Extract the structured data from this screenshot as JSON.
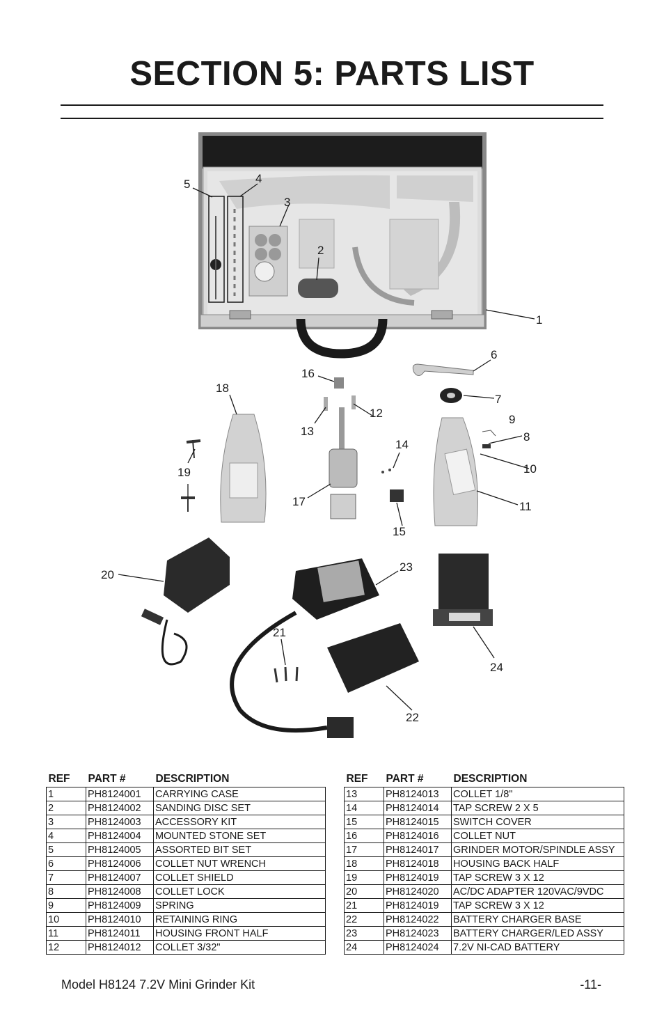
{
  "header": {
    "title": "SECTION 5: PARTS LIST"
  },
  "diagram": {
    "callouts": [
      "1",
      "2",
      "3",
      "4",
      "5",
      "6",
      "7",
      "8",
      "9",
      "10",
      "11",
      "12",
      "13",
      "14",
      "15",
      "16",
      "17",
      "18",
      "19",
      "20",
      "21",
      "22",
      "23",
      "24"
    ]
  },
  "table": {
    "headers": {
      "ref": "REF",
      "part": "PART #",
      "description": "DESCRIPTION"
    },
    "left": [
      {
        "ref": "1",
        "part": "PH8124001",
        "description": "CARRYING CASE"
      },
      {
        "ref": "2",
        "part": "PH8124002",
        "description": "SANDING DISC SET"
      },
      {
        "ref": "3",
        "part": "PH8124003",
        "description": "ACCESSORY KIT"
      },
      {
        "ref": "4",
        "part": "PH8124004",
        "description": "MOUNTED STONE SET"
      },
      {
        "ref": "5",
        "part": "PH8124005",
        "description": "ASSORTED BIT SET"
      },
      {
        "ref": "6",
        "part": "PH8124006",
        "description": "COLLET NUT WRENCH"
      },
      {
        "ref": "7",
        "part": "PH8124007",
        "description": "COLLET SHIELD"
      },
      {
        "ref": "8",
        "part": "PH8124008",
        "description": "COLLET LOCK"
      },
      {
        "ref": "9",
        "part": "PH8124009",
        "description": "SPRING"
      },
      {
        "ref": "10",
        "part": "PH8124010",
        "description": "RETAINING RING"
      },
      {
        "ref": "11",
        "part": "PH8124011",
        "description": "HOUSING FRONT HALF"
      },
      {
        "ref": "12",
        "part": "PH8124012",
        "description": "COLLET 3/32\""
      }
    ],
    "right": [
      {
        "ref": "13",
        "part": "PH8124013",
        "description": "COLLET 1/8\""
      },
      {
        "ref": "14",
        "part": "PH8124014",
        "description": "TAP SCREW 2 X 5"
      },
      {
        "ref": "15",
        "part": "PH8124015",
        "description": "SWITCH COVER"
      },
      {
        "ref": "16",
        "part": "PH8124016",
        "description": "COLLET NUT"
      },
      {
        "ref": "17",
        "part": "PH8124017",
        "description": "GRINDER MOTOR/SPINDLE ASSY"
      },
      {
        "ref": "18",
        "part": "PH8124018",
        "description": "HOUSING BACK HALF"
      },
      {
        "ref": "19",
        "part": "PH8124019",
        "description": "TAP SCREW 3 X 12"
      },
      {
        "ref": "20",
        "part": "PH8124020",
        "description": "AC/DC ADAPTER 120VAC/9VDC"
      },
      {
        "ref": "21",
        "part": "PH8124019",
        "description": "TAP SCREW 3 X 12"
      },
      {
        "ref": "22",
        "part": "PH8124022",
        "description": "BATTERY CHARGER BASE"
      },
      {
        "ref": "23",
        "part": "PH8124023",
        "description": "BATTERY CHARGER/LED ASSY"
      },
      {
        "ref": "24",
        "part": "PH8124024",
        "description": "7.2V NI-CAD BATTERY"
      }
    ]
  },
  "footer": {
    "model": "Model H8124 7.2V Mini Grinder Kit",
    "page": "-11-"
  }
}
